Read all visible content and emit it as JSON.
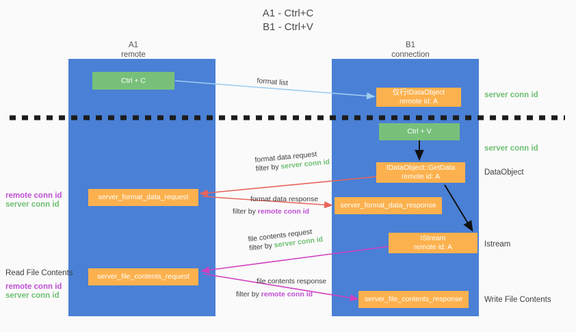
{
  "title": {
    "line1": "A1 - Ctrl+C",
    "line2": "B1 - Ctrl+V"
  },
  "colors": {
    "lane": "#4a80d6",
    "green_box": "#78c07a",
    "orange_box": "#fcb14e",
    "green_text": "#6fbf73",
    "magenta_text": "#c04fd4",
    "arrow_lightblue": "#9ecdf0",
    "arrow_red": "#e8645a",
    "arrow_magenta": "#d03fc0",
    "arrow_black": "#111111",
    "background": "#fafafa"
  },
  "columns": [
    {
      "name": "A1",
      "sub": "remote"
    },
    {
      "name": "B1",
      "sub": "connection"
    }
  ],
  "boxes": {
    "ctrl_c": {
      "line1": "Ctrl + C",
      "line2": ""
    },
    "ctrl_v": {
      "line1": "Ctrl + V",
      "line2": ""
    },
    "idataobject": {
      "line1": "仅行IDataObject",
      "line2": "remote id: A"
    },
    "getdata": {
      "line1": "IDataObject::GetData",
      "line2": "remote id: A"
    },
    "istream": {
      "line1": "IStream",
      "line2": "remote id: A"
    },
    "server_format_data_request": {
      "line1": "server_format_data_request",
      "line2": ""
    },
    "server_format_data_response": {
      "line1": "server_format_data_response",
      "line2": ""
    },
    "server_file_contents_request": {
      "line1": "server_file_contents_request",
      "line2": ""
    },
    "server_file_contents_response": {
      "line1": "server_file_contents_response",
      "line2": ""
    }
  },
  "right_labels": {
    "server_conn_id_1": "server conn id",
    "server_conn_id_2": "server conn id",
    "data_object": "DataObject",
    "istream": "Istream",
    "write_file_contents": "Write File Contents"
  },
  "left_labels": {
    "remote_conn_id_1": "remote conn id",
    "server_conn_id_1": "server conn id",
    "read_file_contents": "Read File Contents",
    "remote_conn_id_2": "remote conn id",
    "server_conn_id_2": "server conn id"
  },
  "arrow_captions": {
    "format_list": {
      "line1": "format list",
      "line2": ""
    },
    "format_data_request": {
      "line1": "format data request",
      "filter_prefix": "filter by ",
      "filter_value": "server conn id"
    },
    "format_data_response": {
      "line1": "format data response",
      "filter_prefix": "filter by ",
      "filter_value": "remote conn id"
    },
    "file_contents_request": {
      "line1": "file contents request",
      "filter_prefix": "filter by ",
      "filter_value": "server conn id"
    },
    "file_contents_response": {
      "line1": "file contents response",
      "filter_prefix": "filter by ",
      "filter_value": "remote conn id"
    }
  }
}
